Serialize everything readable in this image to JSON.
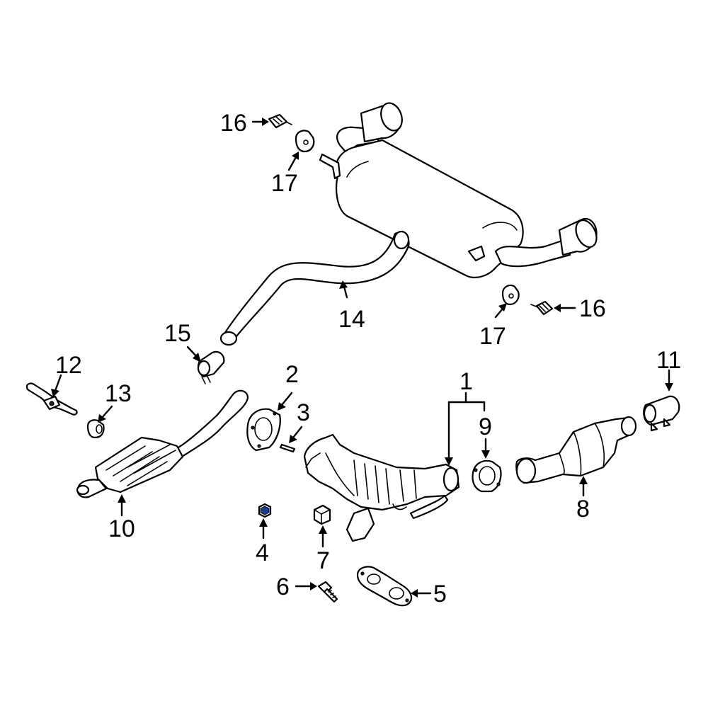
{
  "accent": "#1a3a8a",
  "callouts": {
    "c1": "1",
    "c2": "2",
    "c3": "3",
    "c4": "4",
    "c5": "5",
    "c6": "6",
    "c7": "7",
    "c8": "8",
    "c9": "9",
    "c10": "10",
    "c11": "11",
    "c12": "12",
    "c13": "13",
    "c14": "14",
    "c15": "15",
    "c16a": "16",
    "c16b": "16",
    "c17a": "17",
    "c17b": "17"
  },
  "icons": {
    "parts": [
      "muffler-icon",
      "pipe-icon",
      "catalytic-converter-icon",
      "gasket-icon",
      "bracket-icon",
      "clamp-icon",
      "bolt-icon",
      "nut-icon",
      "insulator-icon",
      "hanger-icon",
      "stud-icon"
    ]
  }
}
